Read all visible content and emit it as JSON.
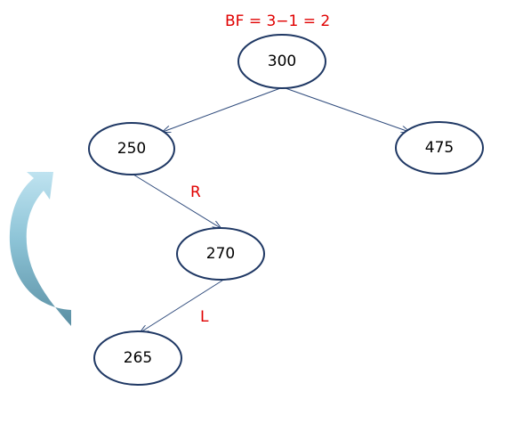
{
  "annotation": {
    "balance_factor": "BF = 3−1 = 2",
    "color": "#e00000"
  },
  "nodes": [
    {
      "id": "n300",
      "label": "300"
    },
    {
      "id": "n250",
      "label": "250"
    },
    {
      "id": "n475",
      "label": "475"
    },
    {
      "id": "n270",
      "label": "270"
    },
    {
      "id": "n265",
      "label": "265"
    }
  ],
  "edges": [
    {
      "from": "n300",
      "to": "n250"
    },
    {
      "from": "n300",
      "to": "n475"
    },
    {
      "from": "n250",
      "to": "n270",
      "label": "R"
    },
    {
      "from": "n270",
      "to": "n265",
      "label": "L"
    }
  ],
  "rotation_arrow": {
    "icon": "curved-rotation-arrow-icon",
    "color_light": "#a9d6e8",
    "color_dark": "#5b8fa3"
  },
  "colors": {
    "node_stroke": "#1f3864",
    "edge": "#2f4b7c"
  }
}
